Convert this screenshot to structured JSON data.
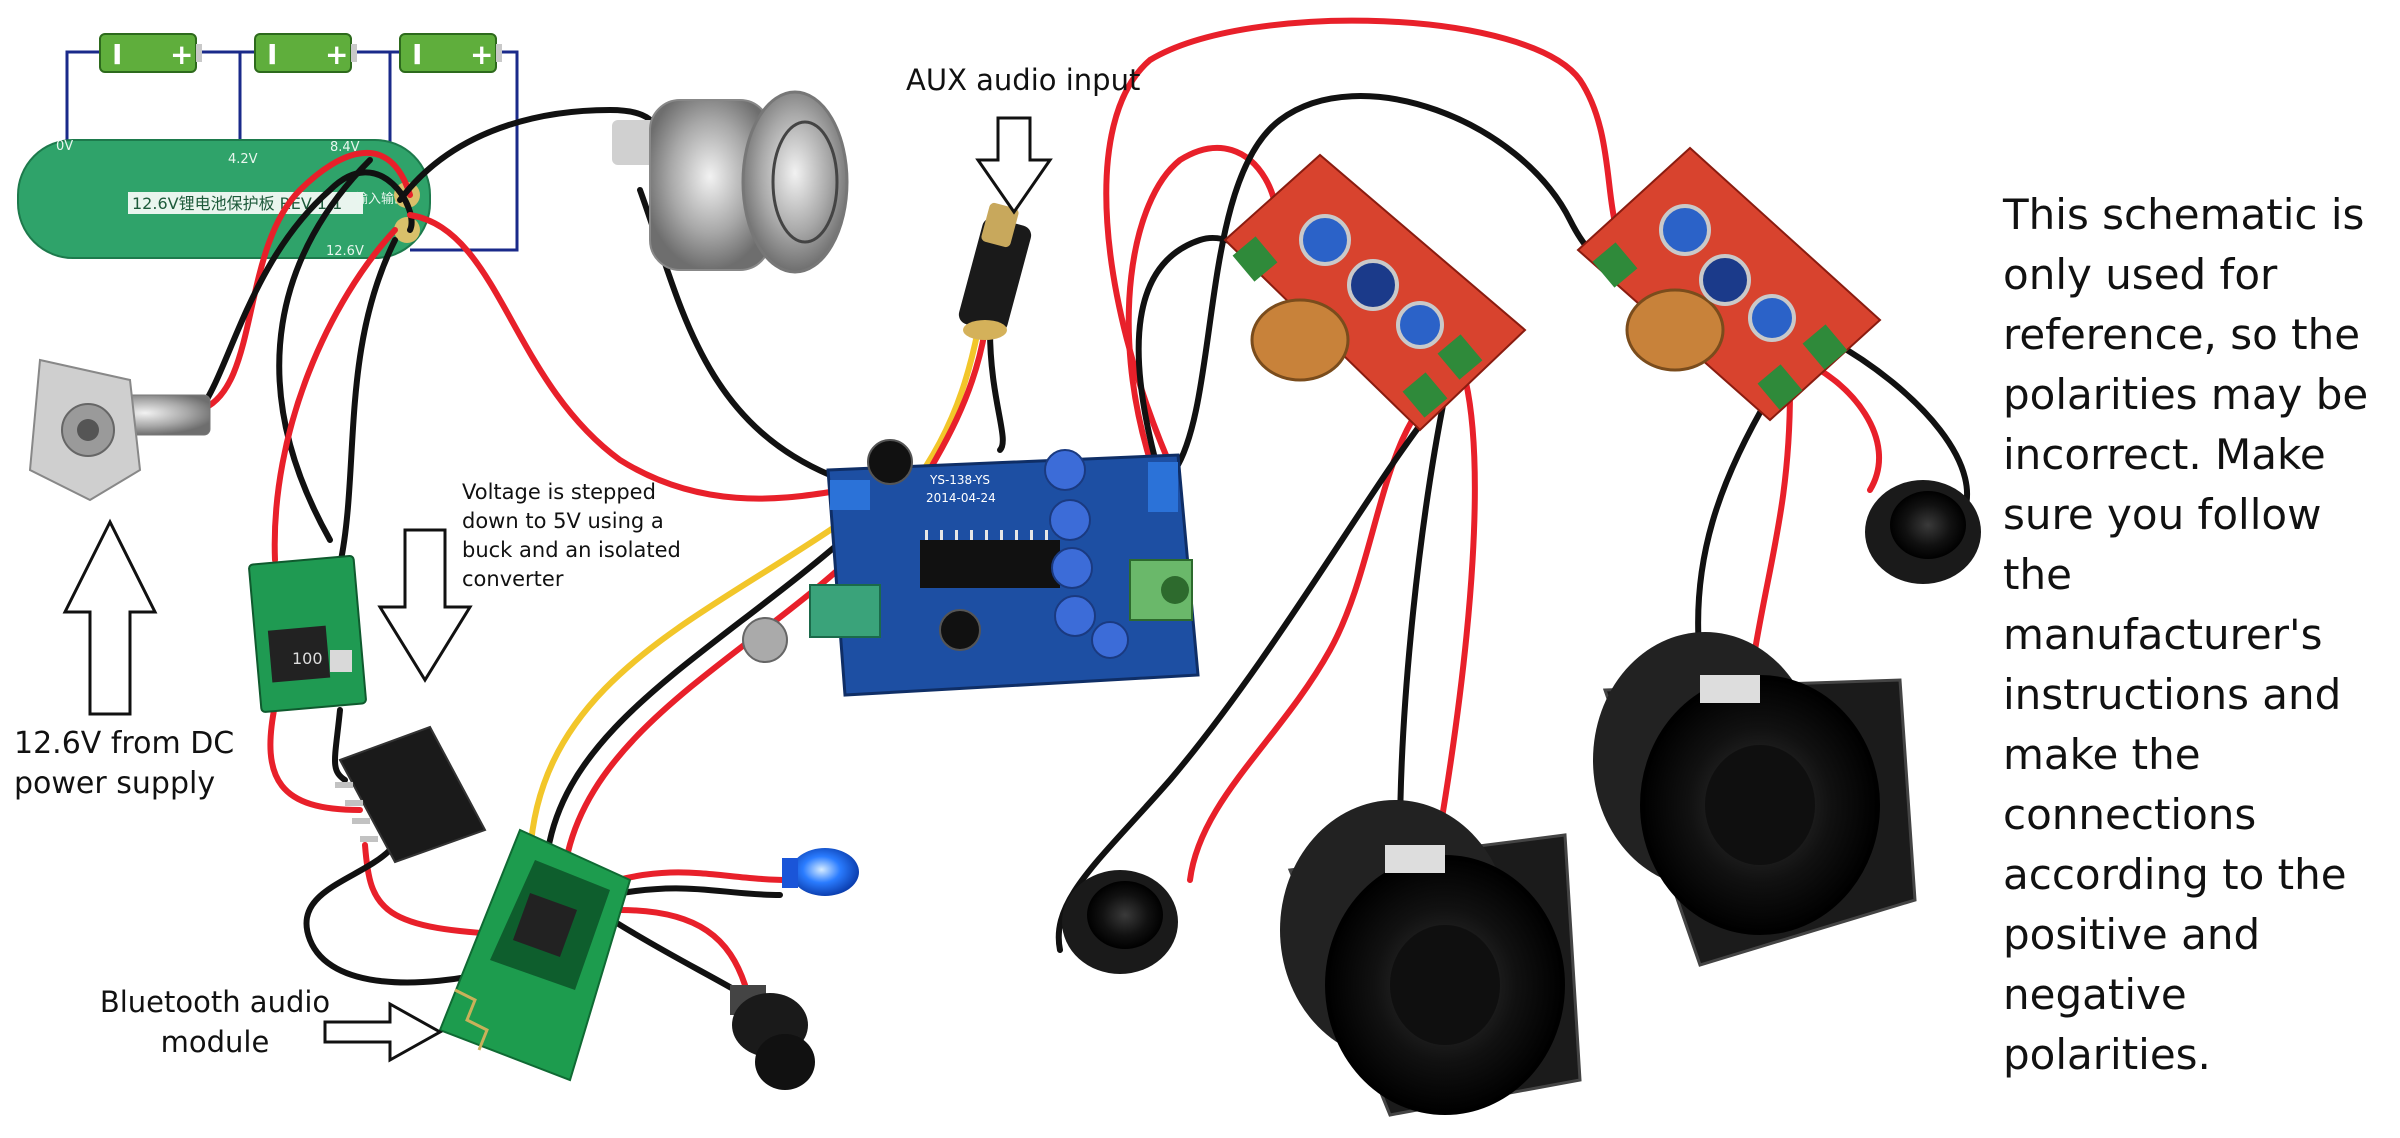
{
  "labels": {
    "aux_input": "AUX audio input",
    "dc_supply": "12.6V from DC power supply",
    "voltage_note": "Voltage is stepped down to 5V using a buck and an isolated converter",
    "bluetooth_module": "Bluetooth audio module"
  },
  "note": "This schematic is only used for reference, so the polarities may be incorrect. Make sure you follow the manufacturer's instructions and make the connections according to the positive and negative polarities.",
  "bms_board": {
    "title": "12.6V锂电池保护板 REV 1.1",
    "pads": [
      "0V",
      "4.2V",
      "8.4V",
      "12.6V"
    ],
    "io_label": "输入输出"
  },
  "amp_board": {
    "model": "YS-138-YS",
    "date": "2014-04-24"
  },
  "colors": {
    "wire_red": "#e8202a",
    "wire_black": "#111111",
    "wire_yellow": "#f2c62a",
    "wire_blue": "#1a2a8a",
    "battery_green": "#5fae3c",
    "bms_green": "#2fa36a",
    "amp_blue": "#1d4fa3",
    "crossover_red": "#d8432e",
    "bt_green": "#1d9c4e"
  }
}
